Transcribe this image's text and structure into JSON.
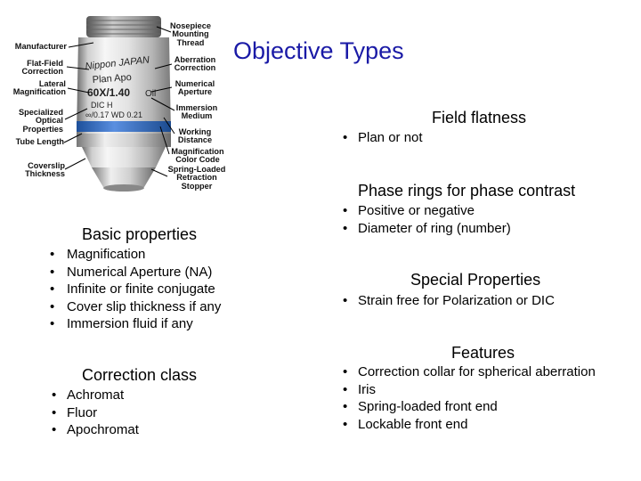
{
  "slide": {
    "title": "Objective Types"
  },
  "diagram": {
    "lens_text": {
      "brand": "Nippon JAPAN",
      "type": "Plan Apo",
      "magnification": "60X/1.40",
      "oil": "Oil",
      "dic": "DIC H",
      "spec": "∞/0.17 WD 0.21"
    },
    "labels": {
      "manufacturer": "Manufacturer",
      "flat_field": [
        "Flat-Field",
        "Correction"
      ],
      "lateral": [
        "Lateral",
        "Magnification"
      ],
      "specialized": [
        "Specialized",
        "Optical",
        "Properties"
      ],
      "tube_length": "Tube Length",
      "coverslip": [
        "Coverslip",
        "Thickness"
      ],
      "nosepiece": [
        "Nosepiece",
        "Mounting",
        "Thread"
      ],
      "aberration": [
        "Aberration",
        "Correction"
      ],
      "numerical": [
        "Numerical",
        "Aperture"
      ],
      "immersion": [
        "Immersion",
        "Medium"
      ],
      "working": [
        "Working",
        "Distance"
      ],
      "magnification_color": [
        "Magnification",
        "Color Code"
      ],
      "spring": [
        "Spring-Loaded",
        "Retraction",
        "Stopper"
      ]
    }
  },
  "basic": {
    "heading": "Basic properties",
    "items": [
      "Magnification",
      "Numerical Aperture (NA)",
      "Infinite or finite conjugate",
      "Cover slip thickness if any",
      "Immersion fluid if any"
    ]
  },
  "correction": {
    "heading": "Correction class",
    "items": [
      "Achromat",
      "Fluor",
      "Apochromat"
    ]
  },
  "field_flatness": {
    "heading": "Field flatness",
    "items": [
      "Plan or not"
    ]
  },
  "phase": {
    "heading": "Phase rings for phase contrast",
    "items": [
      "Positive or negative",
      "Diameter of ring (number)"
    ]
  },
  "special": {
    "heading": "Special Properties",
    "items": [
      "Strain free for Polarization or DIC"
    ]
  },
  "features": {
    "heading": "Features",
    "items": [
      "Correction collar for spherical aberration",
      "Iris",
      "Spring-loaded front end",
      "Lockable front end"
    ]
  }
}
